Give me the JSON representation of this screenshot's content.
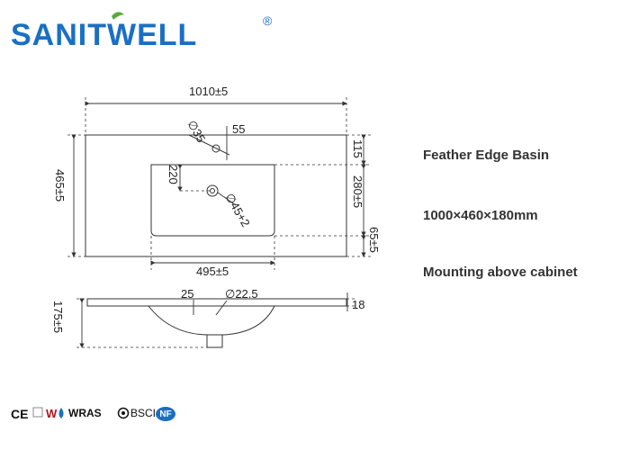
{
  "brand": {
    "name": "SANITWELL",
    "trademark": "®"
  },
  "drawing": {
    "dims": {
      "width": "1010±5",
      "depth": "465±5",
      "hole_dia": "∅35",
      "hole_offset": "55",
      "back_edge": "115",
      "basin_depth": "280±5",
      "front_edge": "65±5",
      "basin_from_back": "220",
      "drain_dia": "∅45+2",
      "basin_width": "495±5",
      "lip": "25",
      "overflow_dia": "∅22.5",
      "thickness": "18",
      "height": "175±5"
    }
  },
  "specs": {
    "name": "Feather Edge Basin",
    "size": "1000×460×180mm",
    "mounting": "Mounting above cabinet"
  },
  "certifications": {
    "ce": "CE",
    "wras": "WRAS",
    "bsci": "BSCI",
    "nf": "NF"
  },
  "colors": {
    "brand_blue": "#1a6fc4",
    "leaf_green": "#5aaa3a",
    "line": "#333333"
  }
}
